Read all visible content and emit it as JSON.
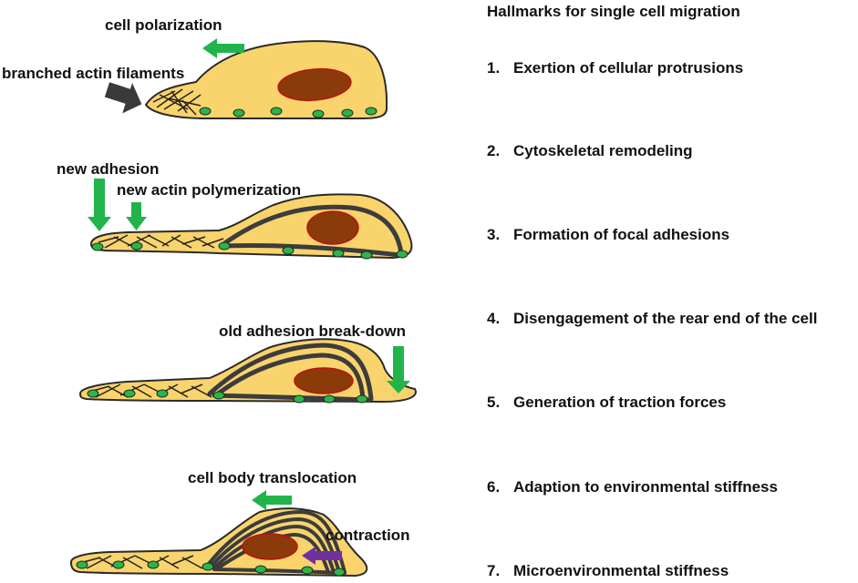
{
  "hallmarks": {
    "title": "Hallmarks for single cell migration",
    "items": [
      {
        "num": "1.",
        "text": "Exertion of cellular protrusions"
      },
      {
        "num": "2.",
        "text": "Cytoskeletal remodeling"
      },
      {
        "num": "3.",
        "text": "Formation of focal adhesions"
      },
      {
        "num": "4.",
        "text": "Disengagement of the rear end of the cell"
      },
      {
        "num": "5.",
        "text": "Generation of traction forces"
      },
      {
        "num": "6.",
        "text": "Adaption to environmental stiffness"
      },
      {
        "num": "7.",
        "text": "Microenvironmental stiffness"
      }
    ]
  },
  "panels": {
    "p1": {
      "label_polarization": "cell polarization",
      "label_actin": "branched actin filaments"
    },
    "p2": {
      "label_adhesion": "new adhesion",
      "label_polymerization": "new actin polymerization"
    },
    "p3": {
      "label_breakdown": "old adhesion break-down"
    },
    "p4": {
      "label_translocation": "cell body translocation",
      "label_contraction": "contraction"
    }
  },
  "colors": {
    "cytoplasm": "#f9d46d",
    "nucleus": "#8b3a0a",
    "adhesion": "#2bb44a",
    "arrow_green": "#22b44b",
    "arrow_dark": "#3a3a3a",
    "arrow_purple": "#7030a0",
    "stress_fiber": "#3c3c3c"
  }
}
